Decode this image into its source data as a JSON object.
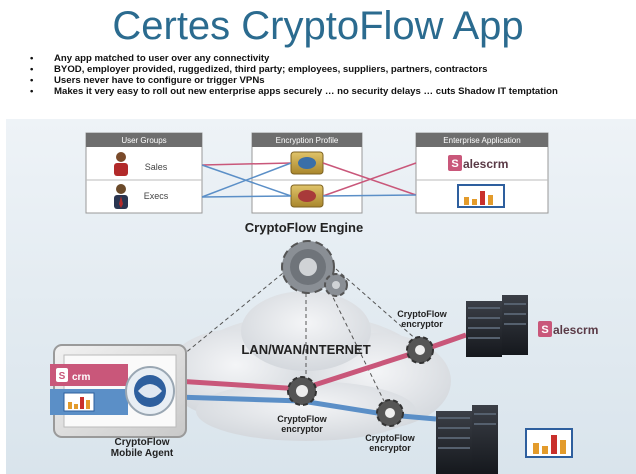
{
  "title": "Certes CryptoFlow App",
  "bullets": [
    "Any app matched to user over any connectivity",
    "BYOD, employer provided, ruggedized, third party; employees, suppliers, partners, contractors",
    "Users never have to configure or trigger VPNs",
    "Makes it very easy to roll out new enterprise apps securely … no security delays … cuts Shadow IT temptation"
  ],
  "bullet_marker": "•",
  "diagram": {
    "table_headers": {
      "user_groups": "User Groups",
      "encryption_profile": "Encryption Profile",
      "enterprise_application": "Enterprise Application"
    },
    "user_groups": [
      "Sales",
      "Execs"
    ],
    "engine_label": "CryptoFlow Engine",
    "network_label": "LAN/WAN/INTERNET",
    "encryptor_label_line1": "CryptoFlow",
    "encryptor_label_line2": "encryptor",
    "mobile_agent_line1": "CryptoFlow",
    "mobile_agent_line2": "Mobile Agent",
    "salescrm": {
      "s_letter": "S",
      "rest": "alescrm"
    },
    "mobile_salescrm": {
      "s_letter": "S",
      "rest": "crm"
    },
    "colors": {
      "sales_link": "#c9577a",
      "execs_link": "#5b8fc7",
      "header_bg": "#6e6e6e",
      "cloud": "#e5e7ea",
      "engine": "#8a8f95"
    }
  }
}
